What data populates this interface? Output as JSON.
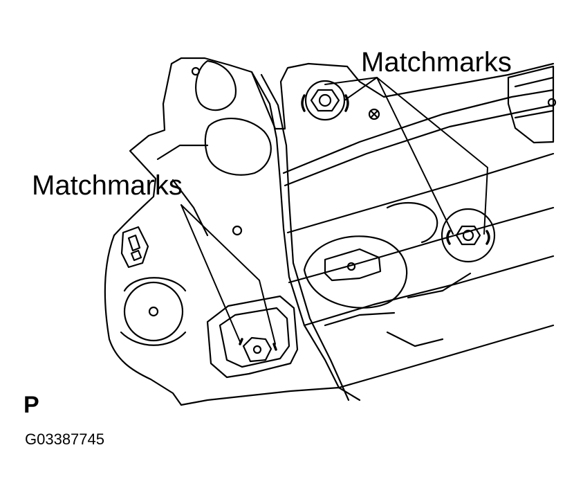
{
  "labels": {
    "matchmarks_top": "Matchmarks",
    "matchmarks_left": "Matchmarks",
    "view_letter": "P",
    "figure_code": "G03387745"
  },
  "colors": {
    "line": "#000000",
    "background": "#ffffff"
  }
}
